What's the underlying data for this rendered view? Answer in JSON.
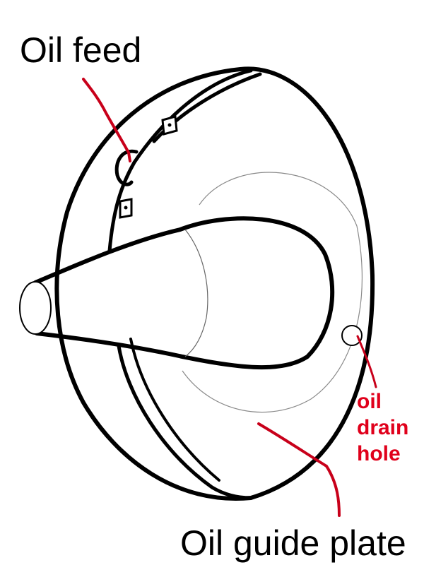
{
  "labels": {
    "oil_feed": "Oil feed",
    "oil_guide_plate": "Oil guide plate",
    "oil_drain_hole": {
      "line1": "oil",
      "line2": "drain",
      "line3": "hole"
    }
  },
  "colors": {
    "outline": "#000000",
    "annotation": "#c8001a",
    "annotation_text": "#e0001b",
    "thin_line": "#777777"
  }
}
